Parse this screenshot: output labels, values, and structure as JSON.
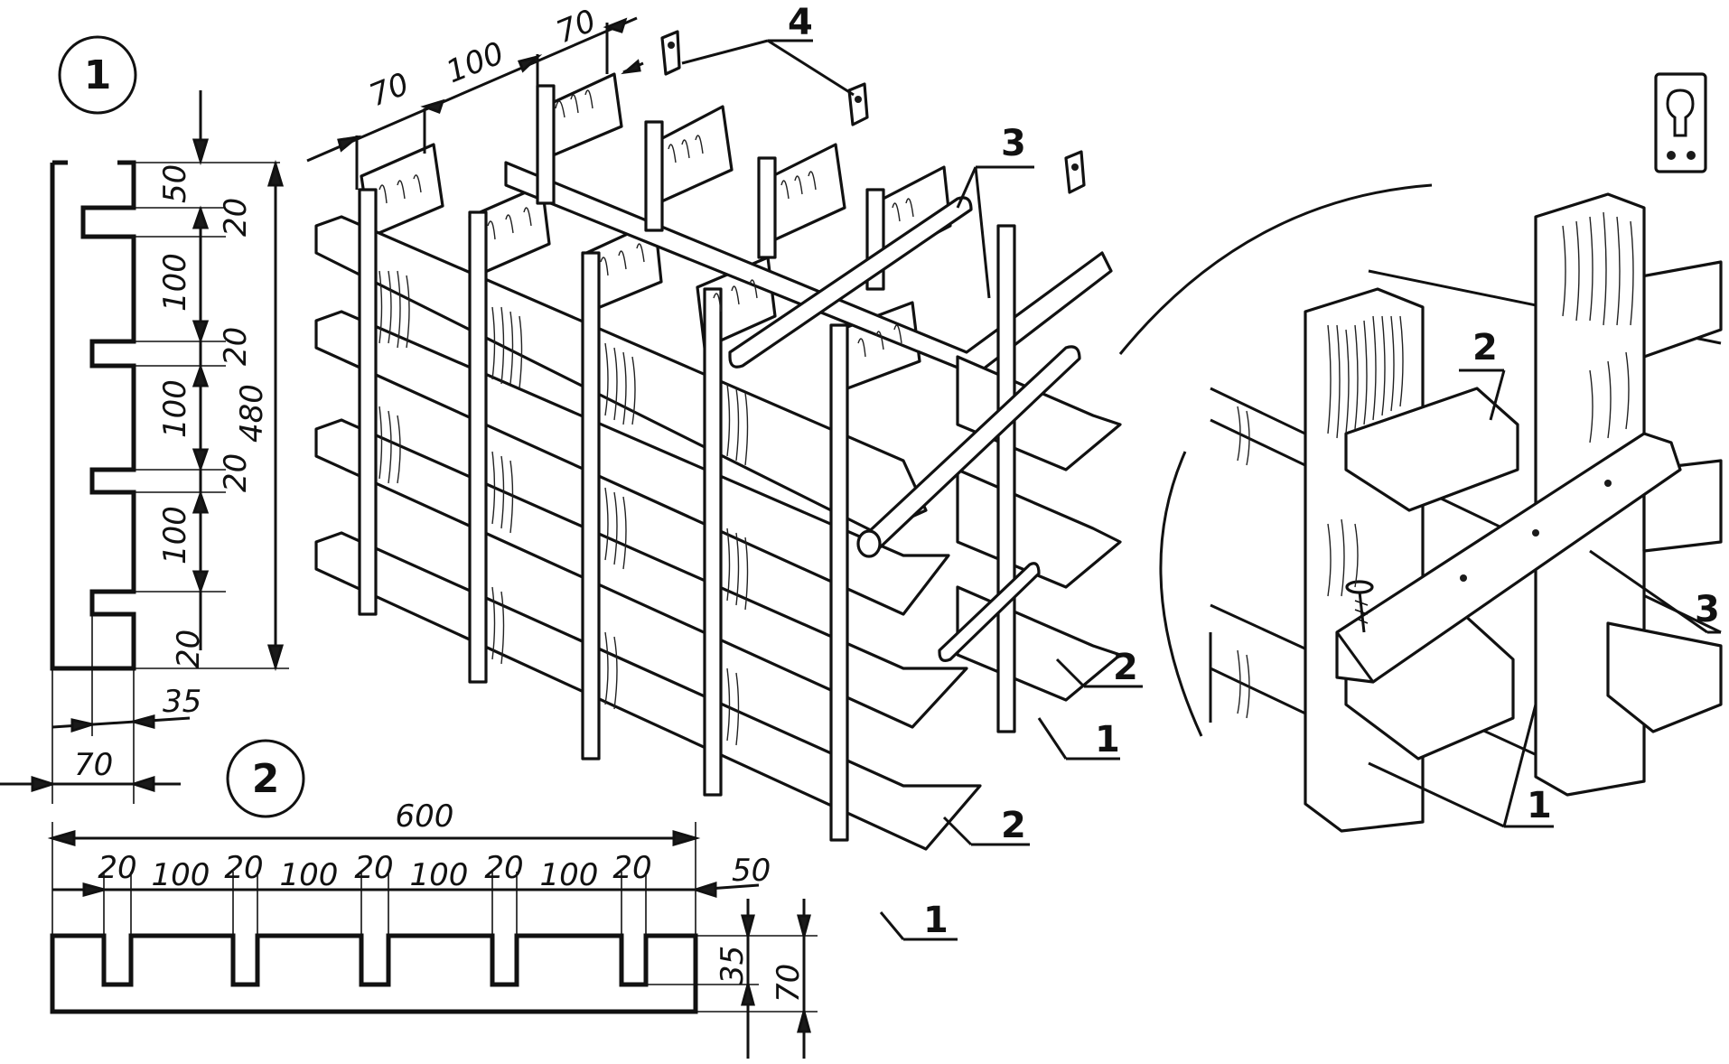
{
  "fig1": {
    "badge": "1",
    "dims": {
      "top_gap": "50",
      "slot_h1": "20",
      "span1": "100",
      "slot_h2": "20",
      "span2": "100",
      "slot_h3": "20",
      "span3": "100",
      "slot_h4": "20",
      "total_height": "480",
      "slot_depth": "35",
      "width": "70"
    }
  },
  "fig2": {
    "badge": "2",
    "dims": {
      "total_length": "600",
      "slot1": "20",
      "gap1": "100",
      "slot2": "20",
      "gap2": "100",
      "slot3": "20",
      "gap3": "100",
      "slot4": "20",
      "gap4": "100",
      "slot5": "20",
      "end_gap": "50",
      "slot_depth": "35",
      "height": "70"
    }
  },
  "assembly": {
    "dims": {
      "w1": "70",
      "w2": "100",
      "w3": "70"
    },
    "callouts": {
      "rail": "3",
      "hanger": "4",
      "shelf_a": "2",
      "shelf_b": "2",
      "post_a": "1",
      "post_b": "1"
    }
  },
  "detail": {
    "callouts": {
      "shelf": "2",
      "rail": "3",
      "post": "1"
    }
  }
}
